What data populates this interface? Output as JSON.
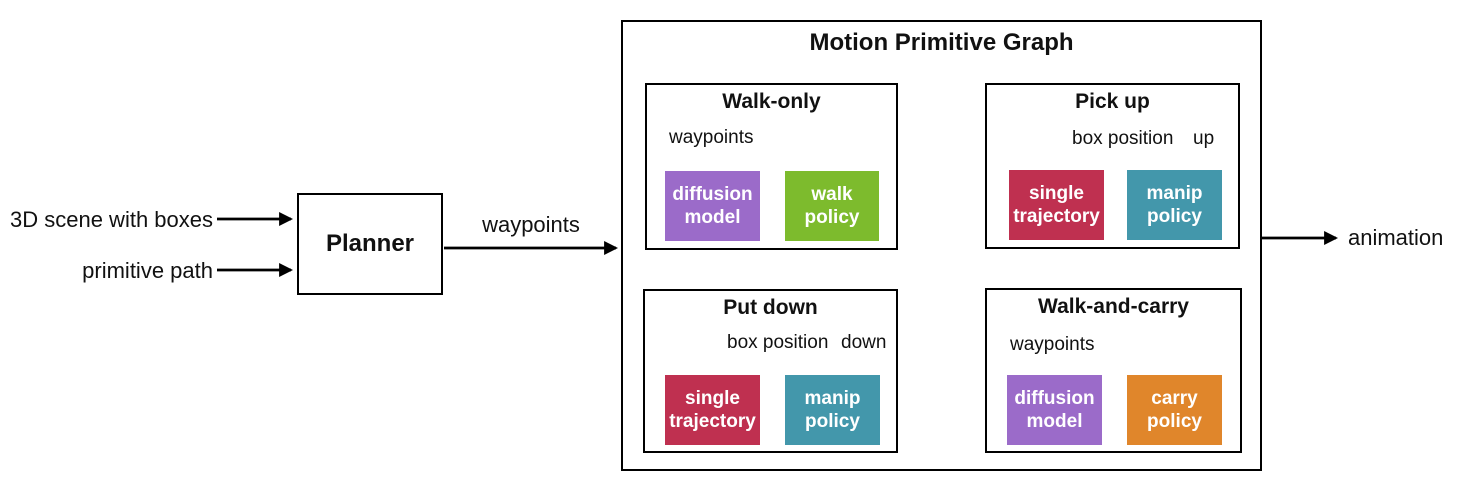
{
  "colors": {
    "purple": "#9b6bc9",
    "green": "#7dbb2d",
    "red": "#bf3050",
    "teal": "#4397ab",
    "orange": "#e0862b",
    "line": "#000000"
  },
  "inputs": {
    "scene_label": "3D scene with boxes",
    "path_label": "primitive path"
  },
  "planner": {
    "label": "Planner",
    "output_label": "waypoints"
  },
  "graph": {
    "title": "Motion Primitive Graph",
    "nodes": {
      "walk_only": {
        "title": "Walk-only",
        "input_labels": [
          "waypoints"
        ],
        "model_label": "diffusion\nmodel",
        "policy_label": "walk\npolicy"
      },
      "pick_up": {
        "title": "Pick up",
        "input_labels": [
          "box position",
          "up"
        ],
        "model_label": "single\ntrajectory",
        "policy_label": "manip\npolicy"
      },
      "put_down": {
        "title": "Put down",
        "input_labels": [
          "box position",
          "down"
        ],
        "model_label": "single\ntrajectory",
        "policy_label": "manip\npolicy"
      },
      "walk_and_carry": {
        "title": "Walk-and-carry",
        "input_labels": [
          "waypoints"
        ],
        "model_label": "diffusion\nmodel",
        "policy_label": "carry\npolicy"
      }
    }
  },
  "output": {
    "label": "animation"
  }
}
